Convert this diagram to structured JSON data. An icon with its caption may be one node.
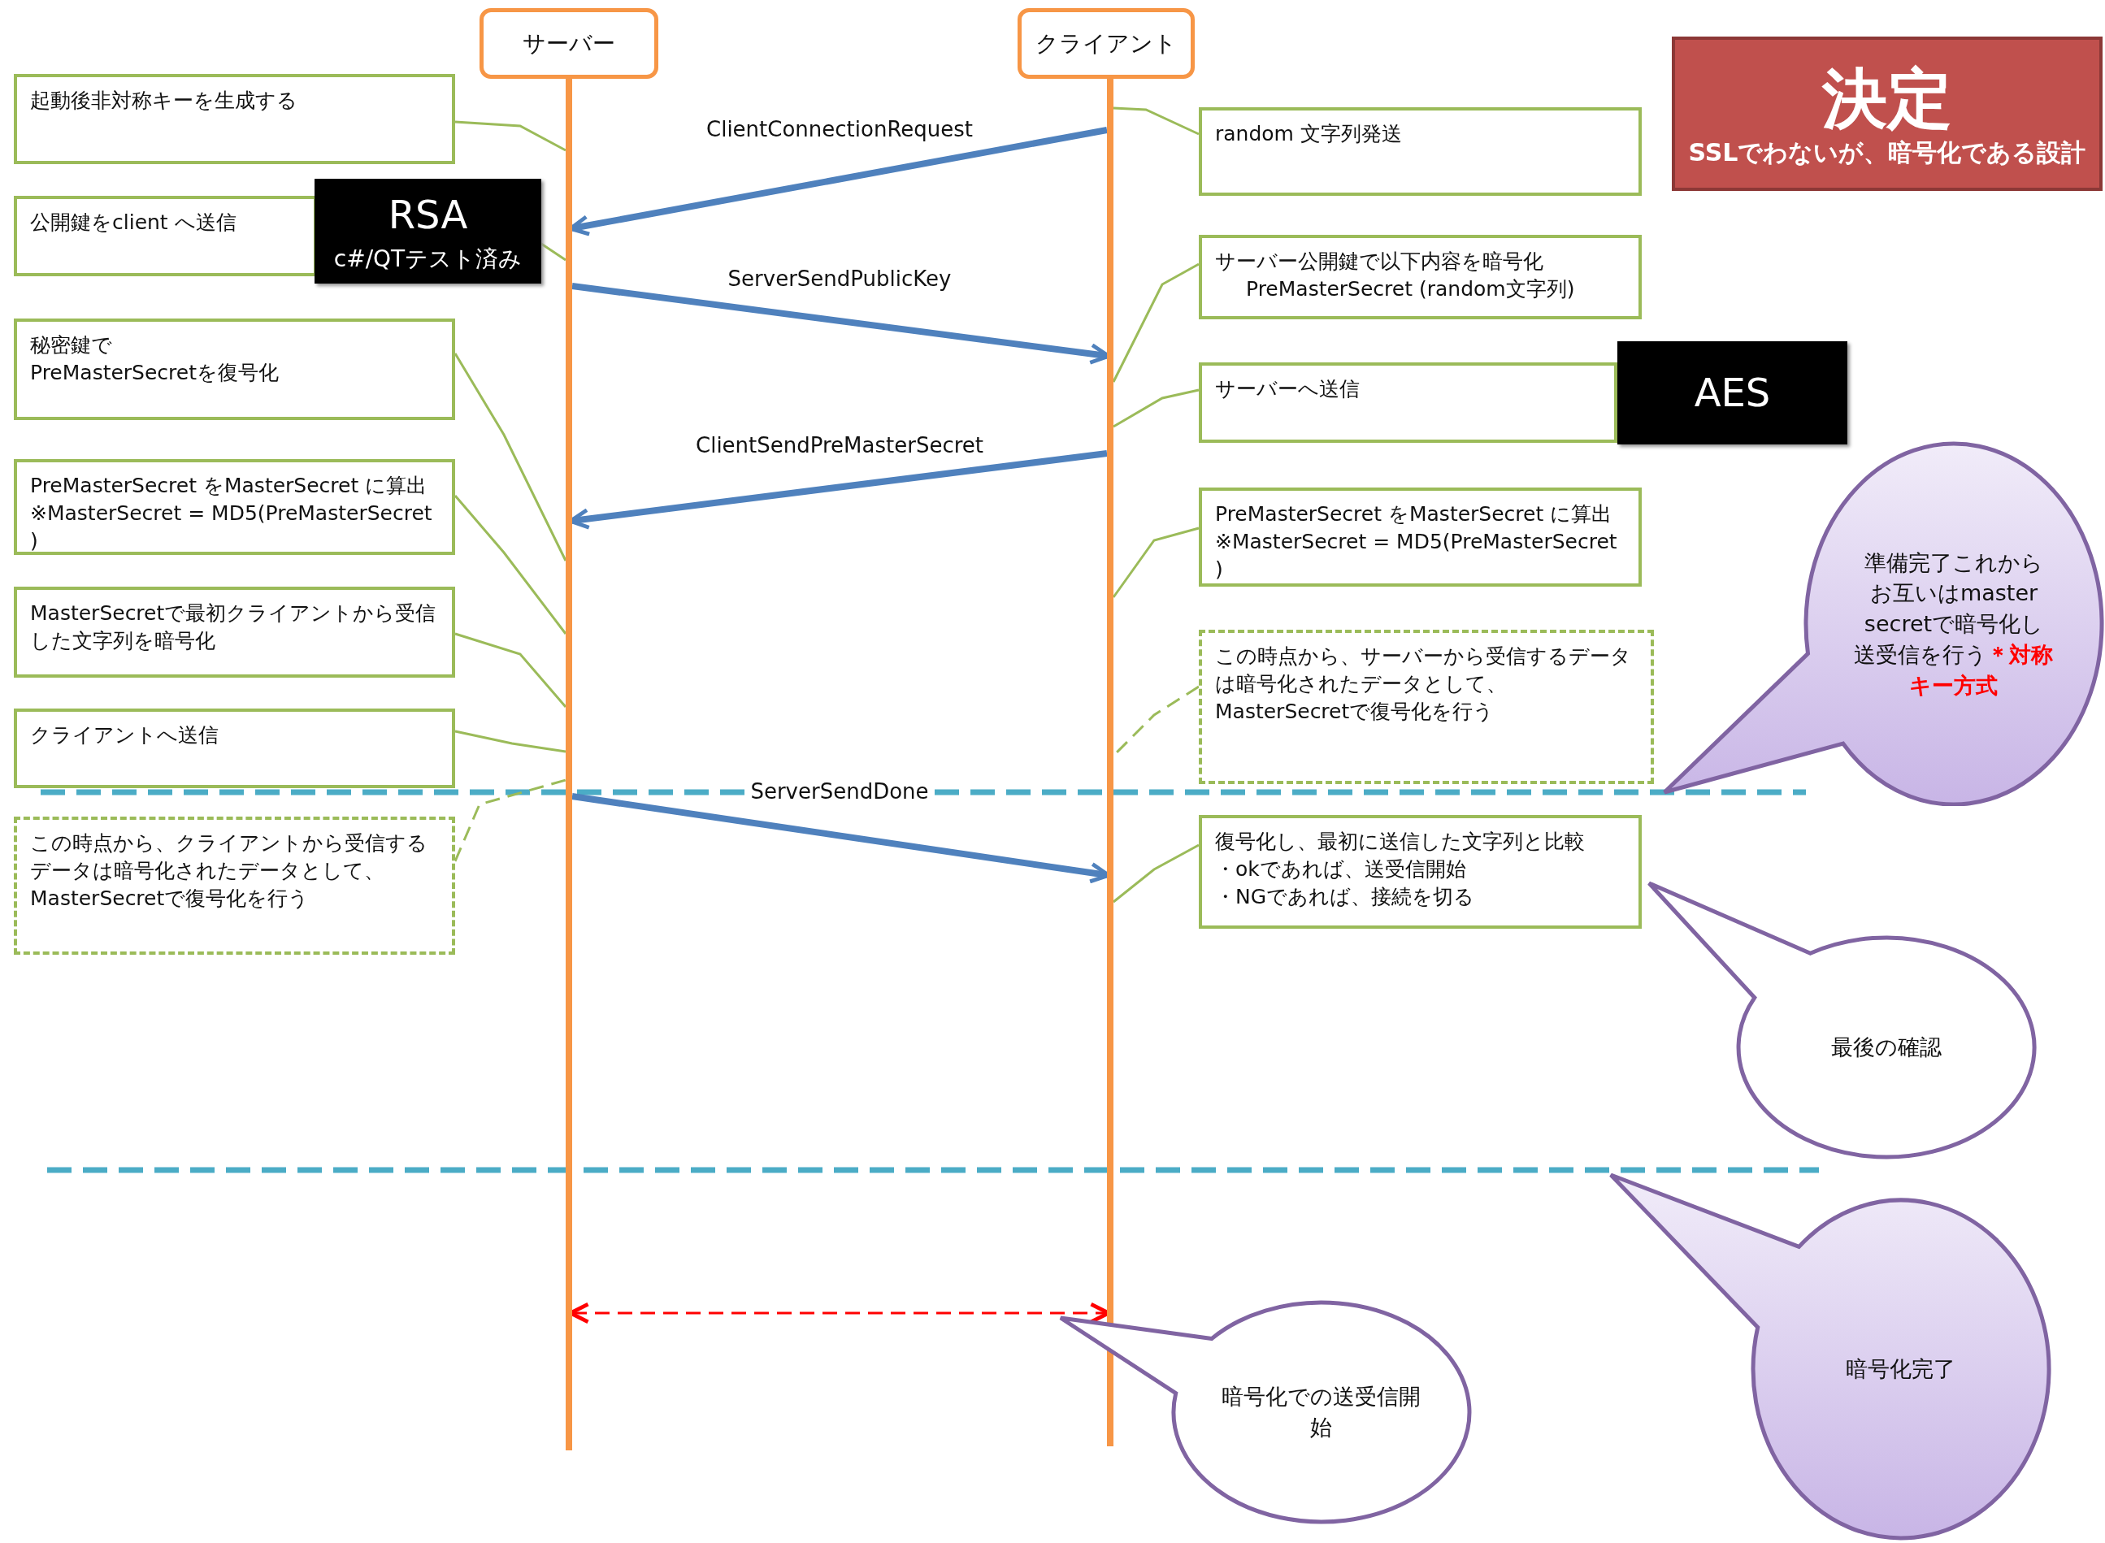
{
  "diagram": {
    "nodes": [
      {
        "text": [
          "サーバー"
        ]
      },
      {
        "text": [
          "クライアント"
        ]
      },
      {
        "text": [
          "決定",
          "SSLでわないが、暗号化である設計"
        ]
      },
      {
        "text": [],
        "shape": "bar"
      },
      {
        "text": [],
        "shape": "bar"
      },
      {
        "text": [
          "起動後非対称キーを生成する"
        ]
      },
      {
        "text": [
          "公開鍵をclient へ送信"
        ]
      },
      {
        "text": [
          "RSA",
          "c#/QTテスト済み"
        ]
      },
      {
        "text": [
          "秘密鍵で",
          "PreMasterSecretを復号化"
        ]
      },
      {
        "text": [
          "PreMasterSecret をMasterSecret に算出",
          "※MasterSecret = MD5(PreMasterSecret )"
        ]
      },
      {
        "text": [
          "MasterSecretで最初クライアントから受信した文字列を暗号化"
        ]
      },
      {
        "text": [
          "クライアントへ送信"
        ]
      },
      {
        "text": [
          "この時点から、クライアントから受信するデータは暗号化されたデータとして、MasterSecretで復号化を行う"
        ]
      },
      {
        "text": [
          "random 文字列発送"
        ]
      },
      {
        "text": [
          "サーバー公開鍵で以下内容を暗号化",
          "PreMasterSecret (random文字列)"
        ]
      },
      {
        "text": [
          "サーバーへ送信"
        ]
      },
      {
        "text": [
          "AES"
        ]
      },
      {
        "text": [
          "PreMasterSecret をMasterSecret に算出",
          "※MasterSecret = MD5(PreMasterSecret )"
        ]
      },
      {
        "text": [
          "この時点から、サーバーから受信するデータは暗号化されたデータとして、MasterSecretで復号化を行う"
        ]
      },
      {
        "text": [
          "復号化し、最初に送信した文字列と比較",
          "・okであれば、送受信開始",
          "・NGであれば、接続を切る"
        ]
      },
      {
        "text": [
          "準備完了これからお互いはmaster secretで暗号化し送受信を行う**＊対称キー方式**"
        ]
      },
      {
        "text": [
          "最後の確認"
        ]
      },
      {
        "text": [
          "暗号化完了"
        ]
      },
      {
        "text": [
          "暗号化での送受信開始"
        ]
      }
    ],
    "edges": [
      {
        "from": 4,
        "to": 3,
        "arrow": "to",
        "label": "ClientConnectionRequest",
        "style": "thick",
        "color": "#4f81bd"
      },
      {
        "from": 3,
        "to": 4,
        "arrow": "to",
        "label": "ServerSendPublicKey",
        "style": "thick",
        "color": "#4f81bd"
      },
      {
        "from": 4,
        "to": 3,
        "arrow": "to",
        "label": "ClientSendPreMasterSecret",
        "style": "thick",
        "color": "#4f81bd"
      },
      {
        "from": 3,
        "to": 4,
        "arrow": "to",
        "label": "ServerSendDone",
        "style": "thick",
        "color": "#4f81bd"
      },
      {
        "from": 3,
        "to": 4,
        "arrow": "both",
        "style": "dashed",
        "color": "#ff0000"
      },
      {
        "from": 5,
        "to": 3,
        "arrow": "none"
      },
      {
        "from": 6,
        "to": 3,
        "arrow": "none"
      },
      {
        "from": 8,
        "to": 3,
        "arrow": "none"
      },
      {
        "from": 9,
        "to": 3,
        "arrow": "none"
      },
      {
        "from": 10,
        "to": 3,
        "arrow": "none"
      },
      {
        "from": 11,
        "to": 3,
        "arrow": "none"
      },
      {
        "from": 12,
        "to": 3,
        "arrow": "none",
        "style": "dashed"
      },
      {
        "from": 13,
        "to": 4,
        "arrow": "none"
      },
      {
        "from": 14,
        "to": 4,
        "arrow": "none"
      },
      {
        "from": 15,
        "to": 4,
        "arrow": "none"
      },
      {
        "from": 17,
        "to": 4,
        "arrow": "none"
      },
      {
        "from": 18,
        "to": 4,
        "arrow": "none",
        "style": "dashed"
      },
      {
        "from": 19,
        "to": 4,
        "arrow": "none"
      }
    ]
  }
}
